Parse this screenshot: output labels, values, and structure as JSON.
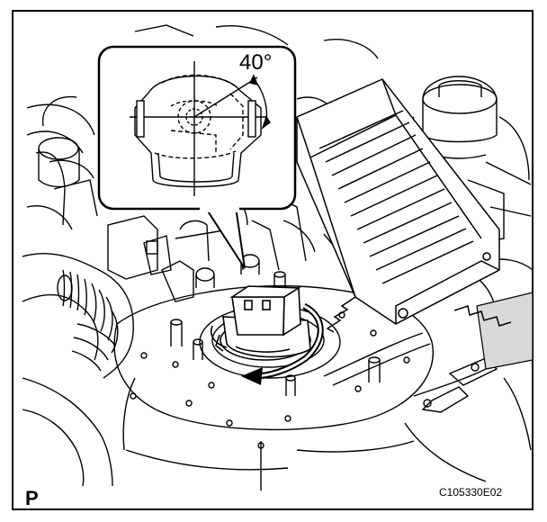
{
  "figure": {
    "angle_label": "40°",
    "section_mark": "P",
    "figure_code": "C105330E02"
  },
  "colors": {
    "line": "#000000",
    "background": "#ffffff",
    "shade": "#d9d9d9"
  }
}
